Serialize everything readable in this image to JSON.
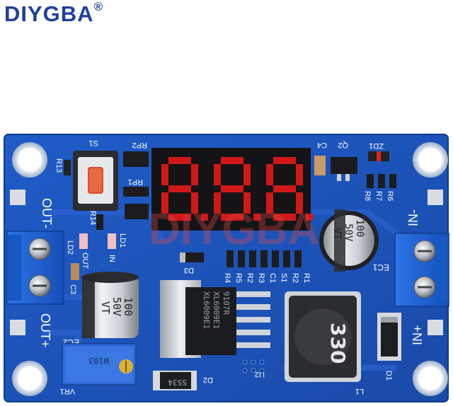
{
  "brand": {
    "name": "DIYGBA",
    "mark": "®"
  },
  "colors": {
    "pcb": "#1a4fb8",
    "pcb_dark": "#0f3c8f",
    "silkscreen": "#ffffff",
    "display_digits": "#d01818",
    "terminal_blue": "#1e63d6",
    "brand_text": "#1f3f9a"
  },
  "labels": {
    "out_minus": "OUT-",
    "out_plus": "OUT+",
    "in_minus": "IN-",
    "in_plus": "IN+",
    "s1": "S1",
    "r13": "R13",
    "rp2": "RP2",
    "rp1": "RP1",
    "r14": "R14",
    "ld2": "LD2",
    "ld1": "LD1",
    "out": "OUT",
    "in": "IN",
    "c3": "C3",
    "c4": "C4",
    "q2": "Q2",
    "zd1": "ZD1",
    "r6": "R6",
    "r7": "R7",
    "r8": "R8",
    "d3": "D3",
    "r4": "R4",
    "r5": "R5",
    "r2a": "R2",
    "r3": "R3",
    "c1": "C1",
    "s1b": "S1",
    "r2b": "R2",
    "r1": "R1",
    "ec1": "EC1",
    "ec2": "EC2",
    "vr1": "VR1",
    "u2": "U2",
    "d2": "D2",
    "l1": "L1",
    "d1": "D1"
  },
  "components": {
    "ec1_cap": [
      "100",
      "50V",
      "VT"
    ],
    "ec2_cap": [
      "100",
      "50V",
      "VT"
    ],
    "ic_marking": [
      "XL6009E1",
      "XL6009E1",
      "9107R"
    ],
    "diode_marking": "SS34",
    "inductor_marking": "330",
    "pot_marking": "W103",
    "display_digits": "888",
    "watermark": "DIYGBA"
  }
}
